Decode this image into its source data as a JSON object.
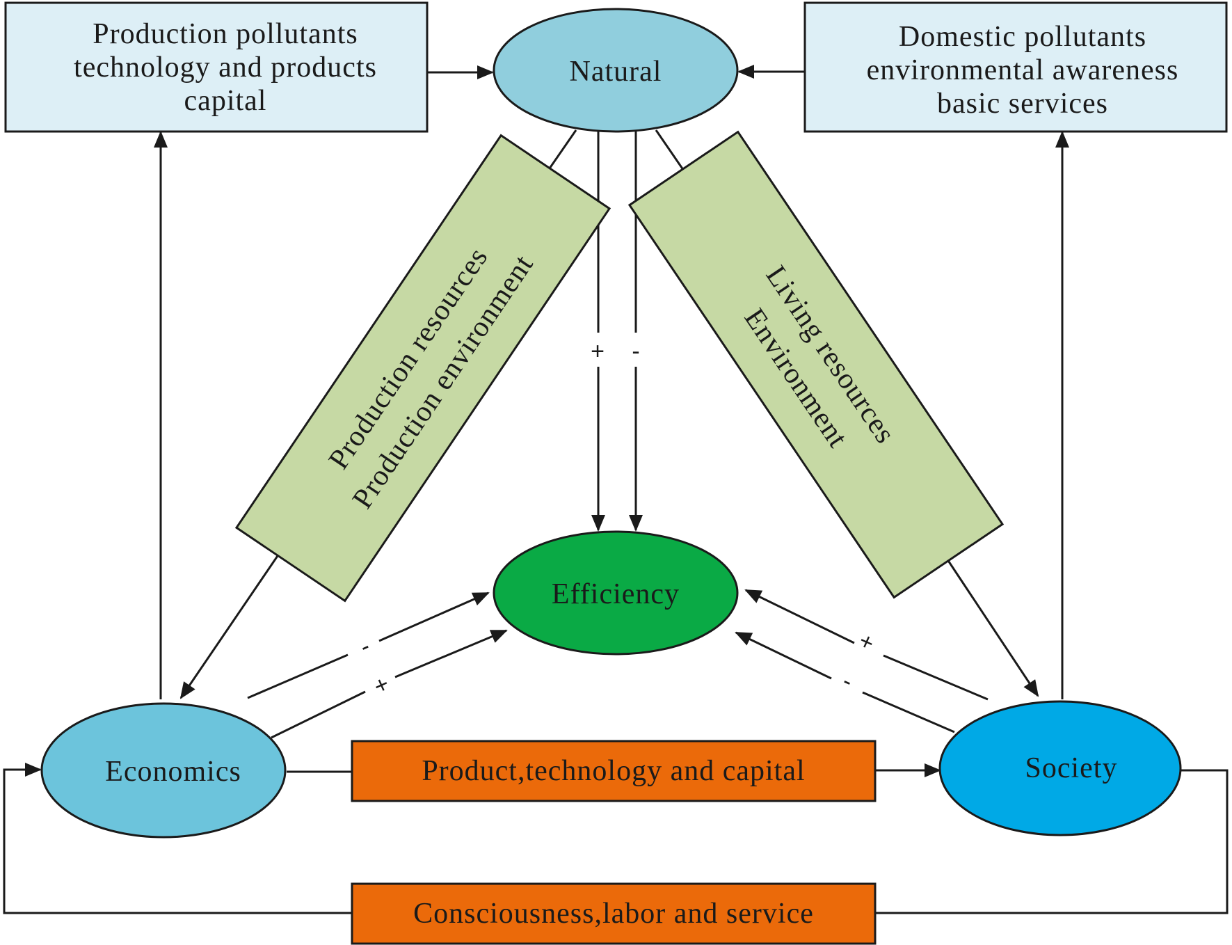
{
  "nodes": {
    "natural": "Natural",
    "efficiency": "Efficiency",
    "economics": "Economics",
    "society": "Society"
  },
  "boxes": {
    "production": [
      "Production pollutants",
      "technology and products",
      "capital"
    ],
    "domestic": [
      "Domestic pollutants",
      "environmental awareness",
      "basic services"
    ],
    "production_resources": [
      "Production resources",
      "Production environment"
    ],
    "living_resources": [
      "Living resources",
      "Environment"
    ],
    "product_flow": "Product,technology and capital",
    "consciousness_flow": "Consciousness,labor and service"
  },
  "signs": {
    "natural_plus": "+",
    "natural_minus": "-",
    "economics_minus": "-",
    "economics_plus": "+",
    "society_plus": "+",
    "society_minus": "-"
  },
  "colors": {
    "light_blue_box": "#ddeff6",
    "natural_fill": "#90cedd",
    "efficiency_fill": "#0aaa45",
    "economics_fill": "#6cc4dc",
    "society_fill": "#00a9e6",
    "green_box": "#c6d9a4",
    "orange_box": "#eb6a0a"
  }
}
